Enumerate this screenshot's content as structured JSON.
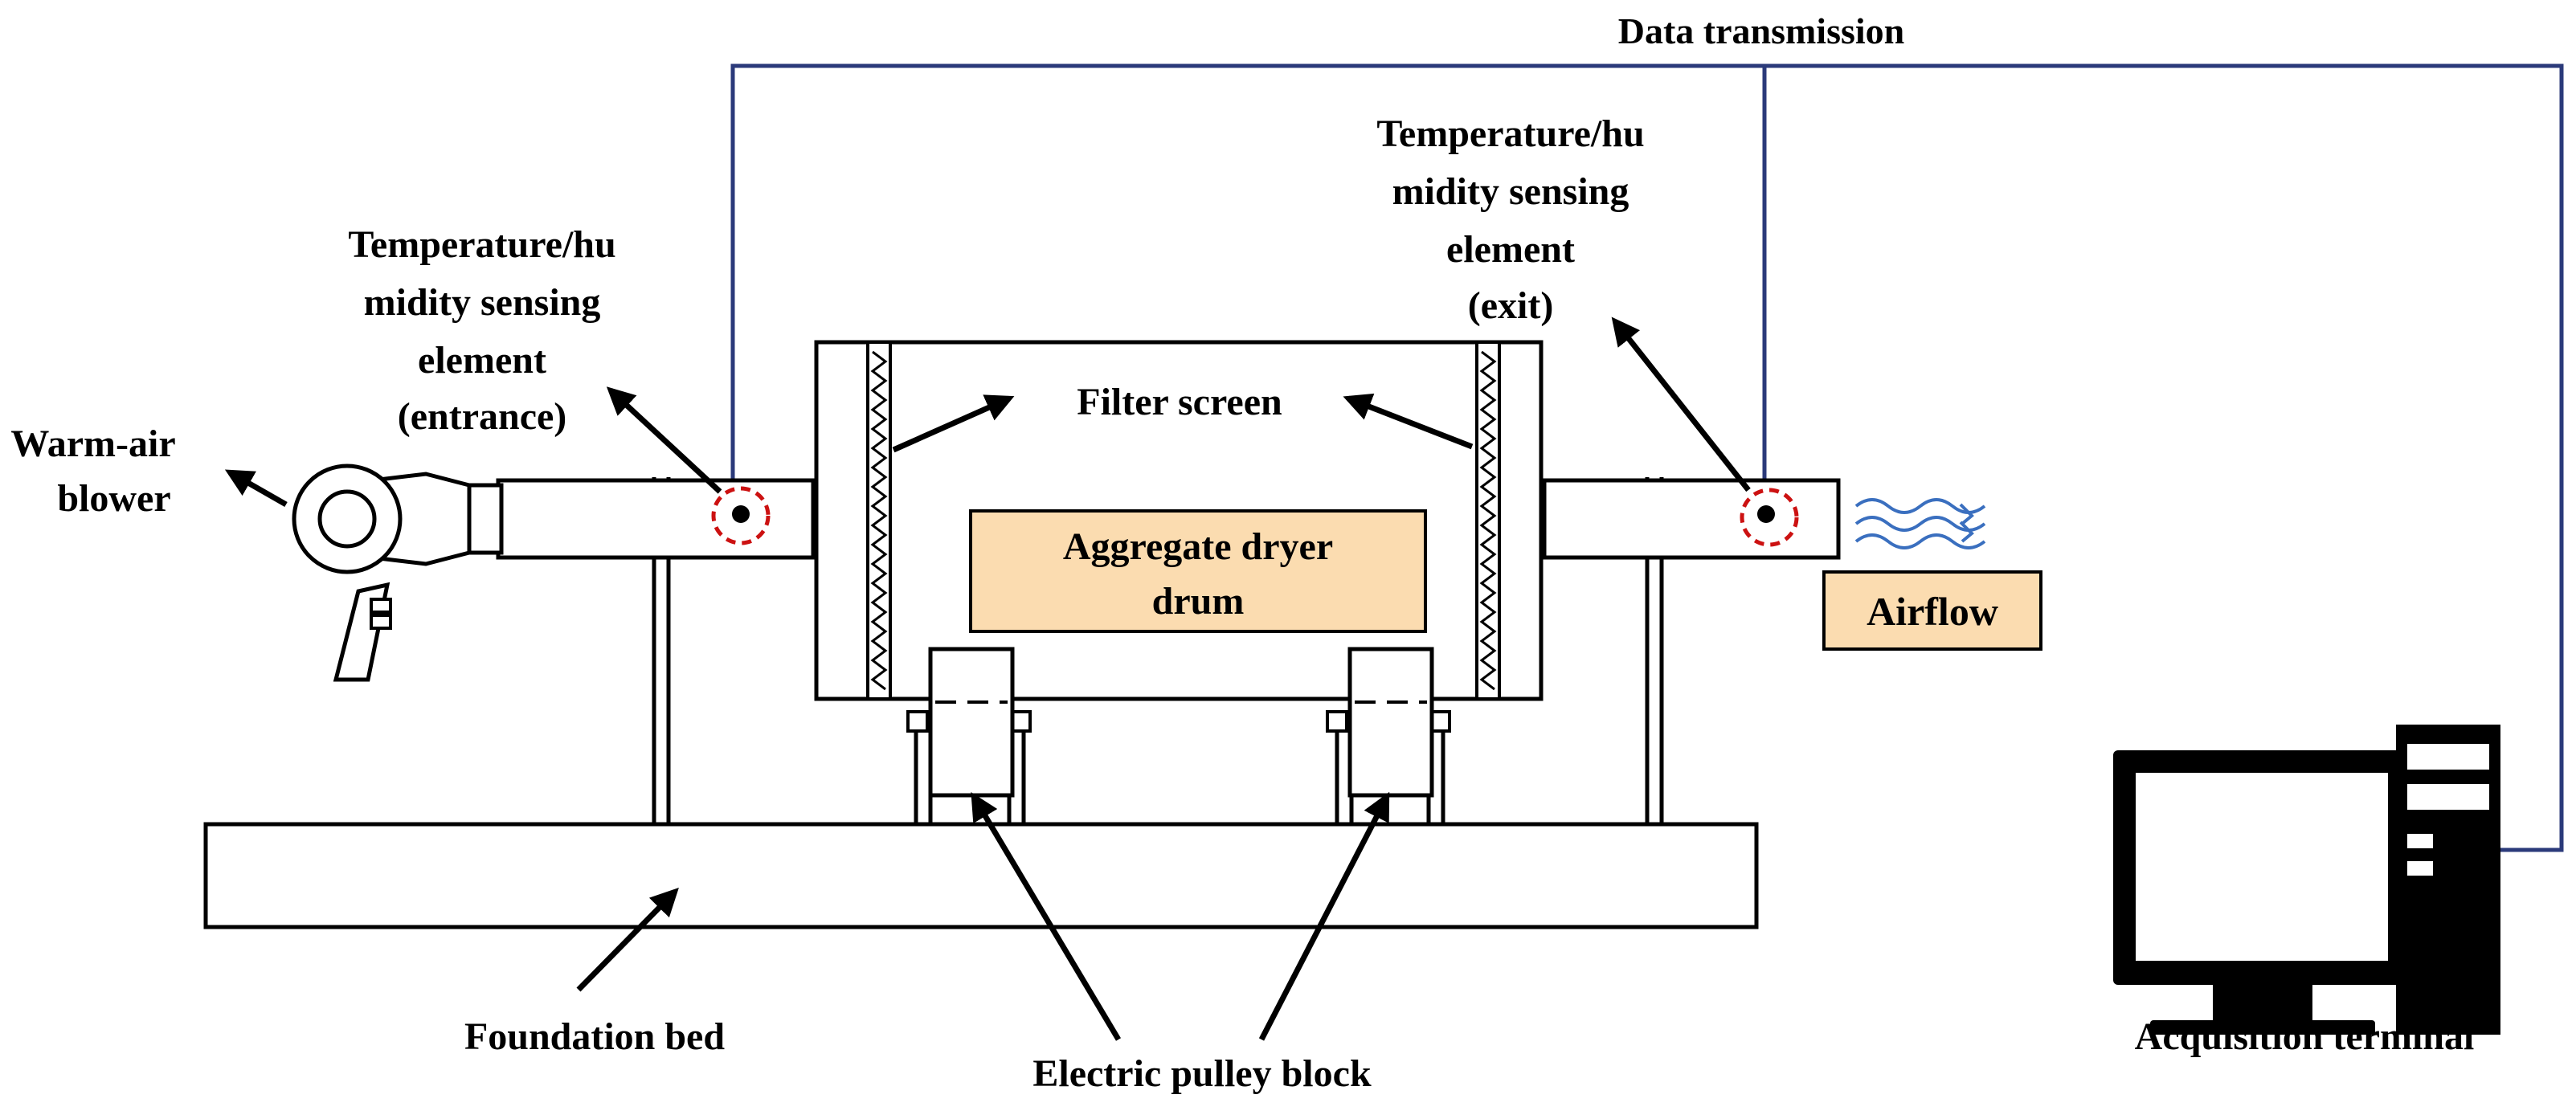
{
  "labels": {
    "data_transmission": "Data transmission",
    "sensor_entrance": [
      "Temperature/hu",
      "midity sensing",
      "element",
      "(entrance)"
    ],
    "sensor_exit": [
      "Temperature/hu",
      "midity sensing",
      "element",
      "(exit)"
    ],
    "warm_air_blower": [
      "Warm-air",
      "blower"
    ],
    "filter_screen": "Filter screen",
    "aggregate_dryer_drum": [
      "Aggregate dryer",
      "drum"
    ],
    "airflow": "Airflow",
    "foundation_bed": "Foundation bed",
    "electric_pulley_block": "Electric pulley block",
    "acquisition_terminal": "Acquisition terminal"
  },
  "colors": {
    "data_line": "#2b3a7a",
    "sensor_ring": "#cc1111",
    "label_box_fill": "#fbdcb0",
    "airflow_waves": "#3a6fbf",
    "outline": "#000000"
  }
}
